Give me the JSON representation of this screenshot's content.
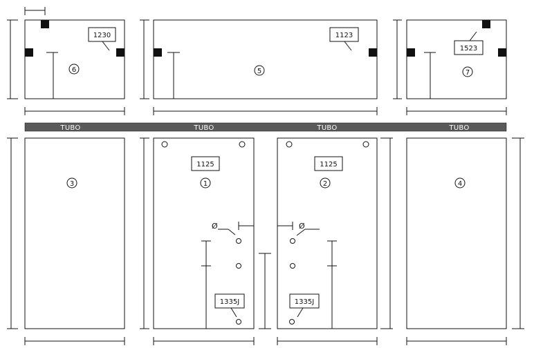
{
  "colors": {
    "line": "#111111",
    "tubo_bar": "#5a5a5a",
    "background": "#ffffff"
  },
  "top_panels": {
    "p6": {
      "number": "6",
      "tag": "1230"
    },
    "p5": {
      "number": "5",
      "tag": "1123"
    },
    "p7": {
      "number": "7",
      "tag": "1523"
    }
  },
  "tubo": {
    "labels": [
      "TUBO",
      "TUBO",
      "TUBO",
      "TUBO"
    ]
  },
  "bottom_panels": {
    "p3": {
      "number": "3"
    },
    "p1": {
      "number": "1",
      "tag": "1125",
      "bottom_tag": "1335J",
      "diameter_symbol": "Ø"
    },
    "p2": {
      "number": "2",
      "tag": "1125",
      "bottom_tag": "1335J",
      "diameter_symbol": "Ø"
    },
    "p4": {
      "number": "4"
    }
  }
}
